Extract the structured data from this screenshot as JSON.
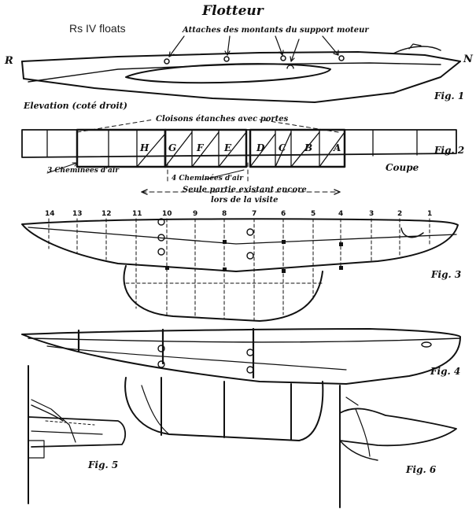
{
  "caption": "Rs IV floats",
  "title": "Flotteur",
  "fig1": {
    "callout": "Attaches des montants du support moteur",
    "left_letter": "R",
    "right_letter": "N",
    "elevation": "Elevation (coté droit)",
    "label": "Fig. 1"
  },
  "fig2": {
    "bulkheads": "Cloisons étanches avec portes",
    "compartments": [
      "H",
      "G",
      "F",
      "E",
      "D",
      "C",
      "B",
      "A"
    ],
    "chimneys_3": "3 Cheminées d'air",
    "chimneys_4": "4 Cheminées d'air",
    "coupe": "Coupe",
    "remaining_1": "Seule partie existant encore",
    "remaining_2": "lors de la visite",
    "label": "Fig. 2"
  },
  "fig3": {
    "stations": [
      "14",
      "13",
      "12",
      "11",
      "10",
      "9",
      "8",
      "7",
      "6",
      "5",
      "4",
      "3",
      "2",
      "1"
    ],
    "label": "Fig. 3"
  },
  "fig4": {
    "label": "Fig. 4"
  },
  "fig5": {
    "label": "Fig. 5"
  },
  "fig6": {
    "label": "Fig. 6"
  }
}
